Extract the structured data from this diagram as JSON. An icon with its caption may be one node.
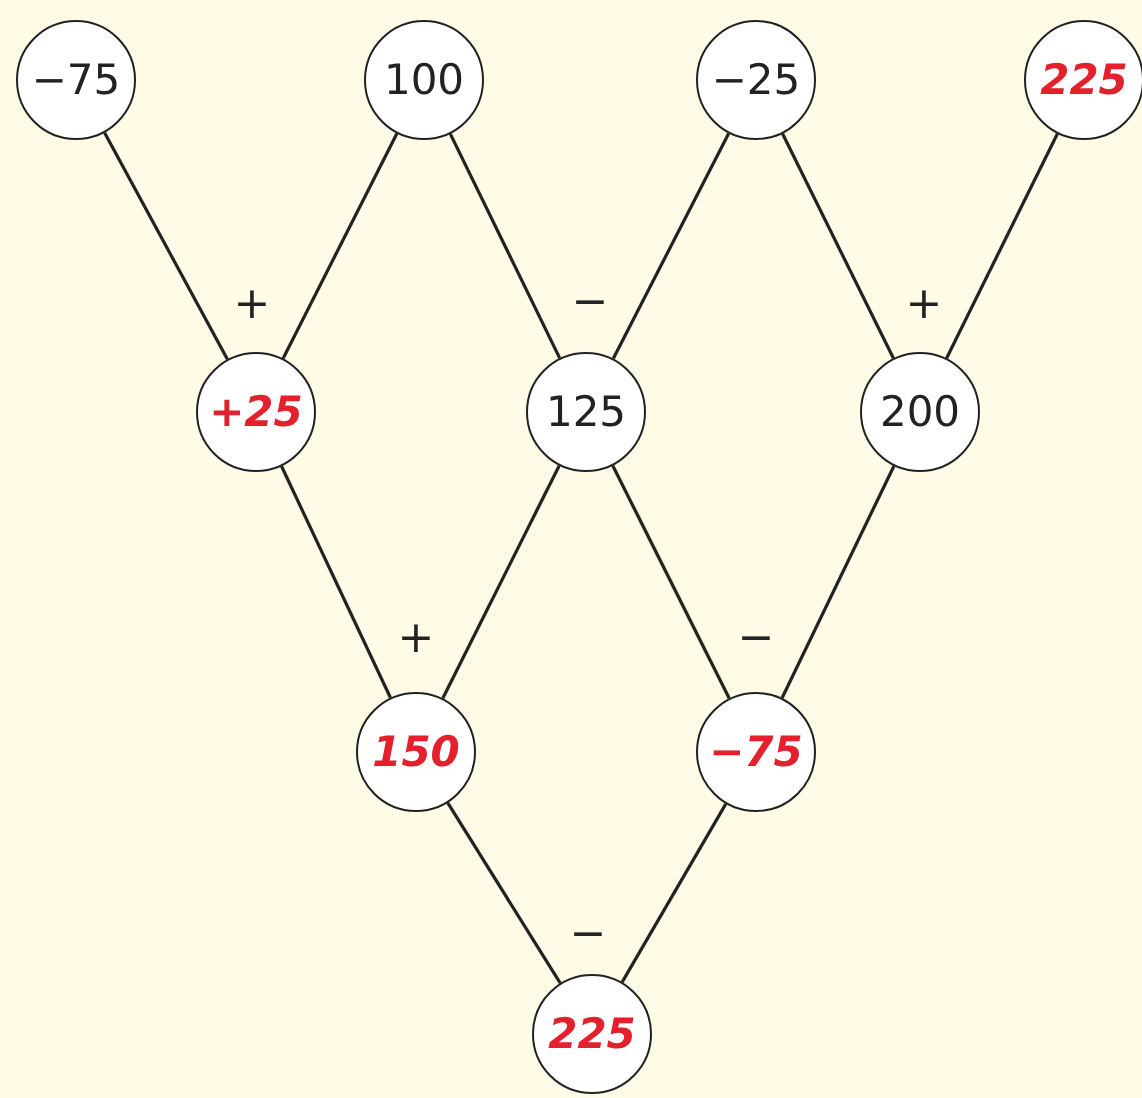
{
  "diagram": {
    "nodes": [
      {
        "text": [
          "−75"
        ]
      },
      {
        "text": [
          "100"
        ]
      },
      {
        "text": [
          "−25"
        ]
      },
      {
        "text": [
          "225"
        ]
      },
      {
        "text": [
          "+25"
        ]
      },
      {
        "text": [
          "125"
        ]
      },
      {
        "text": [
          "200"
        ]
      },
      {
        "text": [
          "150"
        ]
      },
      {
        "text": [
          "−75"
        ]
      },
      {
        "text": [
          "225"
        ]
      }
    ],
    "edges": [
      {
        "from": 0,
        "to": 4,
        "arrow": "none"
      },
      {
        "from": 1,
        "to": 4,
        "arrow": "none"
      },
      {
        "from": 1,
        "to": 5,
        "arrow": "none"
      },
      {
        "from": 2,
        "to": 5,
        "arrow": "none"
      },
      {
        "from": 2,
        "to": 6,
        "arrow": "none"
      },
      {
        "from": 3,
        "to": 6,
        "arrow": "none"
      },
      {
        "from": 4,
        "to": 7,
        "arrow": "none"
      },
      {
        "from": 5,
        "to": 7,
        "arrow": "none"
      },
      {
        "from": 5,
        "to": 8,
        "arrow": "none"
      },
      {
        "from": 6,
        "to": 8,
        "arrow": "none"
      },
      {
        "from": 7,
        "to": 9,
        "arrow": "none"
      },
      {
        "from": 8,
        "to": 9,
        "arrow": "none"
      }
    ],
    "labels": [
      "+",
      "−",
      "+",
      "+",
      "−",
      "−"
    ]
  }
}
